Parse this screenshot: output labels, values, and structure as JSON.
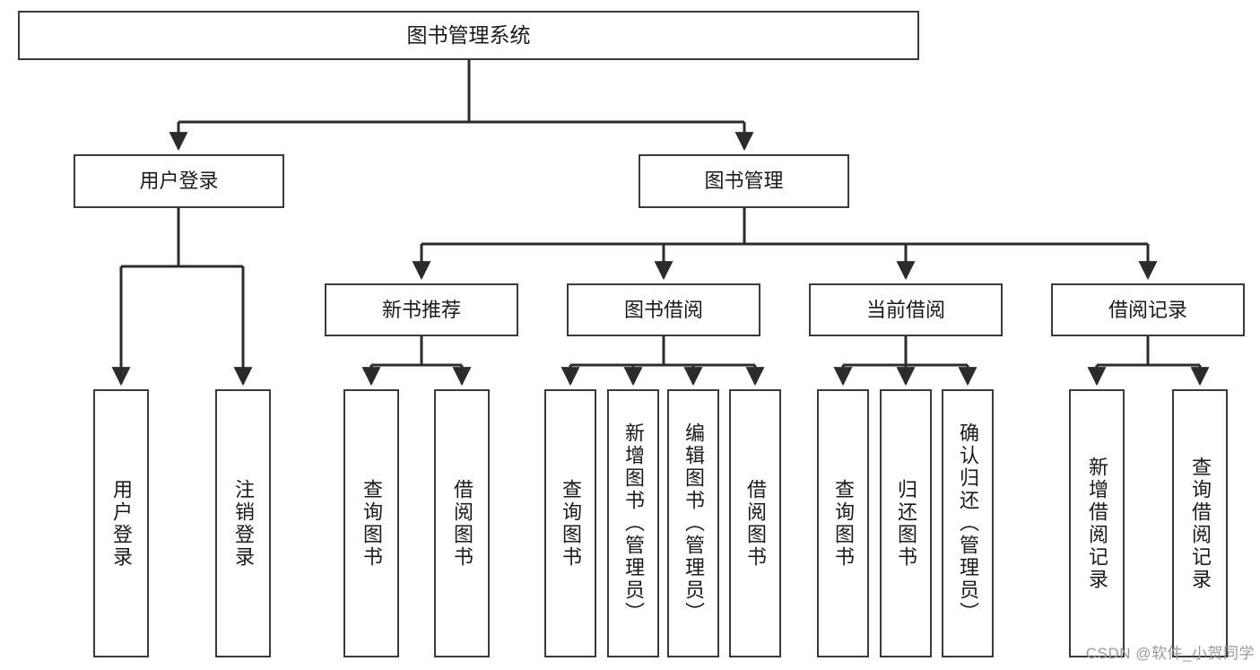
{
  "diagram": {
    "title": "图书管理系统",
    "type": "tree",
    "watermark": "CSDN @软件_小贺同学",
    "colors": {
      "box_border": "#3a3a3a",
      "box_fill": "#ffffff",
      "connector": "#2b2b2b",
      "text": "#1a1a1a",
      "watermark": "#9a9a9a"
    },
    "root": {
      "label": "图书管理系统"
    },
    "level2": [
      {
        "label": "用户登录"
      },
      {
        "label": "图书管理"
      }
    ],
    "level3": [
      {
        "label": "新书推荐"
      },
      {
        "label": "图书借阅"
      },
      {
        "label": "当前借阅"
      },
      {
        "label": "借阅记录"
      }
    ],
    "leaves": {
      "user_login": [
        {
          "label": "用户登录"
        },
        {
          "label": "注销登录"
        }
      ],
      "new_book": [
        {
          "label": "查询图书"
        },
        {
          "label": "借阅图书"
        }
      ],
      "book_borrow": [
        {
          "label": "查询图书"
        },
        {
          "label": "新增图书（管理员）"
        },
        {
          "label": "编辑图书（管理员）"
        },
        {
          "label": "借阅图书"
        }
      ],
      "current_borrow": [
        {
          "label": "查询图书"
        },
        {
          "label": "归还图书"
        },
        {
          "label": "确认归还（管理员）"
        }
      ],
      "borrow_record": [
        {
          "label": "新增借阅记录"
        },
        {
          "label": "查询借阅记录"
        }
      ]
    }
  }
}
